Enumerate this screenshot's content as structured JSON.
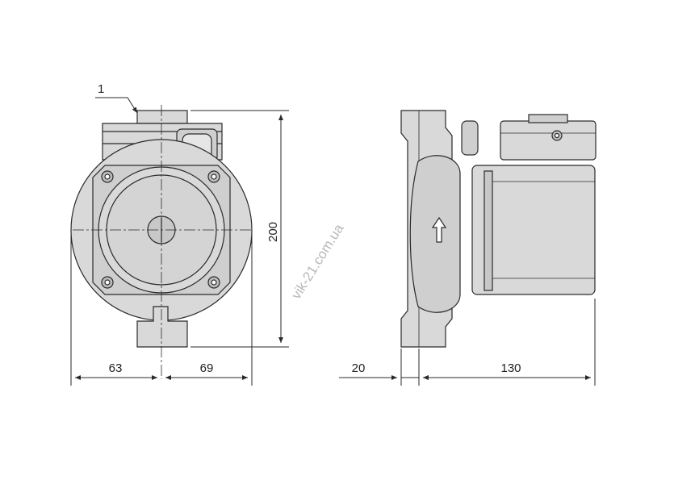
{
  "labels": {
    "callout": "1",
    "dim_height": "200",
    "dim_left": "63",
    "dim_right": "69",
    "dim_flange": "20",
    "dim_length": "130"
  },
  "watermark": "vik-21.com.ua",
  "colors": {
    "line": "#2a2a2a",
    "fill": "#d9d9d9",
    "fill_dark": "#bdbdbd",
    "watermark": "#b8b8b8"
  }
}
